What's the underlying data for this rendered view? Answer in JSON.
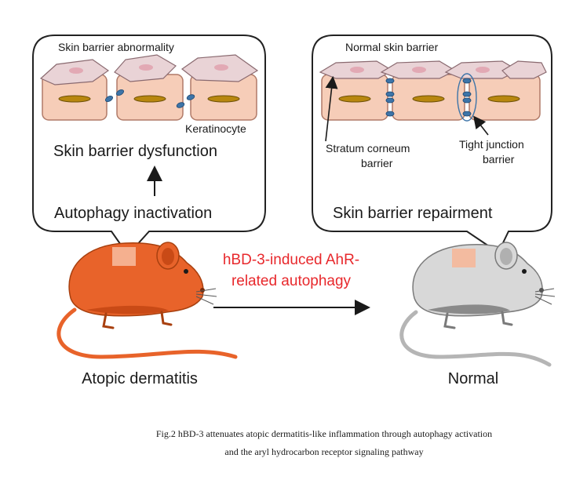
{
  "left_panel": {
    "heading": "Skin barrier abnormality",
    "cell_label": "Keratinocyte",
    "result": "Skin barrier dysfunction",
    "cause": "Autophagy inactivation"
  },
  "right_panel": {
    "heading": "Normal skin barrier",
    "stratum_label_line1": "Stratum corneum",
    "stratum_label_line2": "barrier",
    "tight_label_line1": "Tight junction",
    "tight_label_line2": "barrier",
    "result": "Skin barrier repairment"
  },
  "center": {
    "treatment_line1": "hBD-3-induced AhR-",
    "treatment_line2": "related autophagy"
  },
  "mice": {
    "left_label": "Atopic dermatitis",
    "right_label": "Normal"
  },
  "caption": {
    "line1": "Fig.2 hBD-3 attenuates atopic dermatitis-like inflammation through autophagy activation",
    "line2": "and the aryl hydrocarbon receptor signaling pathway"
  },
  "colors": {
    "treatment_text": "#e8282c",
    "mouse_diseased": "#e8632a",
    "mouse_diseased_dark": "#c94a16",
    "mouse_normal": "#d8d8d8",
    "mouse_normal_dark": "#8a8a8a",
    "cell_fill": "#f6cdb8",
    "corneocyte_fill": "#e9d3d6",
    "nucleus_fill": "#b8870f",
    "junction_fill": "#3d74a8",
    "skin_patch": "#f6b89a"
  }
}
